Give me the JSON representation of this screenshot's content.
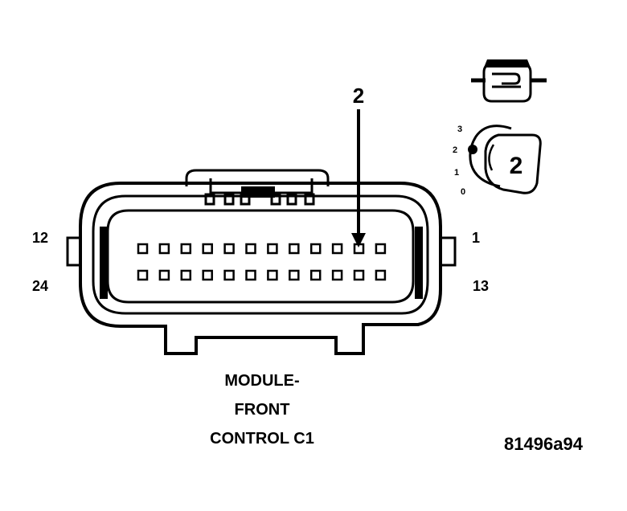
{
  "callout": {
    "number": "2"
  },
  "pin_labels": {
    "top_left": "12",
    "top_right": "1",
    "bottom_left": "24",
    "bottom_right": "13"
  },
  "title_lines": [
    "MODULE-",
    "FRONT",
    "CONTROL C1"
  ],
  "figure_id": "81496a94",
  "key_diagram": {
    "positions": [
      "3",
      "2",
      "1",
      "0"
    ],
    "key_number": "2"
  },
  "connector": {
    "cavities_per_row": 12,
    "rows": 2
  }
}
